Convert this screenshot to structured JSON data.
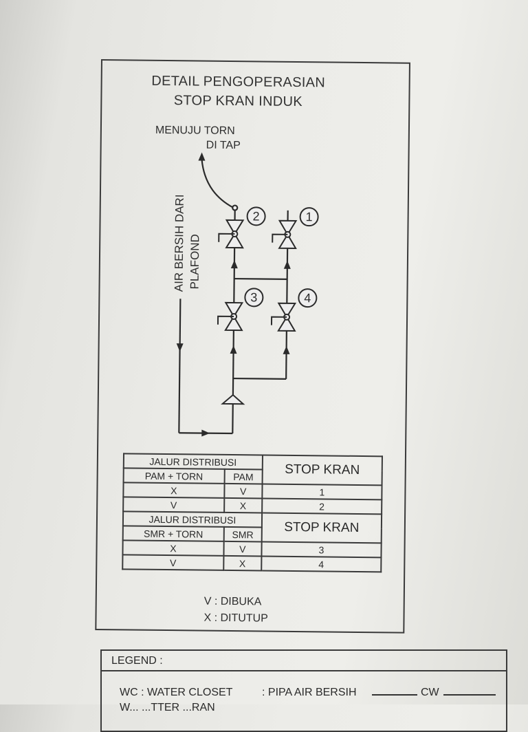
{
  "title": {
    "line1": "DETAIL PENGOPERASIAN",
    "line2": "STOP KRAN INDUK"
  },
  "diagram": {
    "note_top_line1": "MENUJU TORN",
    "note_top_line2": "DI TAP",
    "vertical_label_line1": "AIR BERSIH DARI",
    "vertical_label_line2": "PLAFOND",
    "valve_numbers": [
      "2",
      "1",
      "3",
      "4"
    ]
  },
  "table": {
    "section1": {
      "group_header": "JALUR DISTRIBUSI",
      "col1": "PAM + TORN",
      "col2": "PAM",
      "stop_header": "STOP KRAN",
      "rows": [
        [
          "X",
          "V",
          "1"
        ],
        [
          "V",
          "X",
          "2"
        ]
      ]
    },
    "section2": {
      "group_header": "JALUR DISTRIBUSI",
      "col1": "SMR + TORN",
      "col2": "SMR",
      "stop_header": "STOP KRAN",
      "rows": [
        [
          "X",
          "V",
          "3"
        ],
        [
          "V",
          "X",
          "4"
        ]
      ]
    }
  },
  "notes": {
    "v": "V : DIBUKA",
    "x": "X : DITUTUP"
  },
  "legend": {
    "title": "LEGEND :",
    "wc": "WC : WATER CLOSET",
    "pipe": ": PIPA AIR BERSIH",
    "cw": "CW",
    "cut_off_line": "W... ...TTER ...RAN"
  }
}
